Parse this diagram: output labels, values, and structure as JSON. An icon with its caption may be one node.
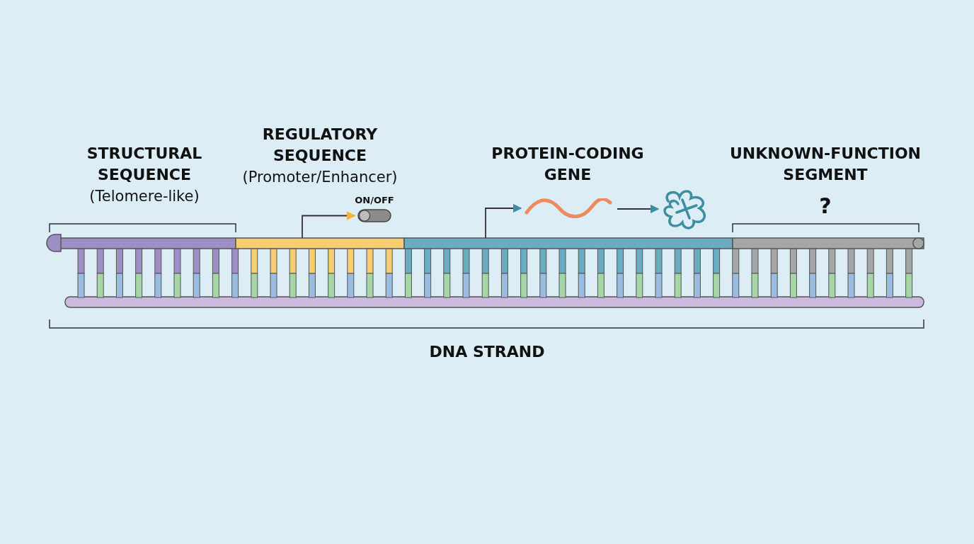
{
  "diagram": {
    "nodes": [
      {
        "text": [],
        "shape": "picture",
        "beside": [
          "ON/OFF"
        ]
      },
      {
        "text": [],
        "shape": "picture"
      },
      {
        "text": [],
        "shape": "picture"
      },
      {
        "text": [],
        "shape": "picture"
      }
    ],
    "edges": [
      {
        "from": 3,
        "to": 0,
        "arrow": "to"
      },
      {
        "from": 3,
        "to": 1,
        "arrow": "to"
      },
      {
        "from": 1,
        "to": 2,
        "arrow": "to"
      }
    ],
    "labels": [
      "STRUCTURAL SEQUENCE",
      "(Telomere-like)",
      "REGULATORY SEQUENCE",
      "(Promoter/Enhancer)",
      "PROTEIN-CODING GENE",
      "UNKNOWN-FUNCTION SEGMENT",
      "?",
      "DNA STRAND"
    ]
  }
}
